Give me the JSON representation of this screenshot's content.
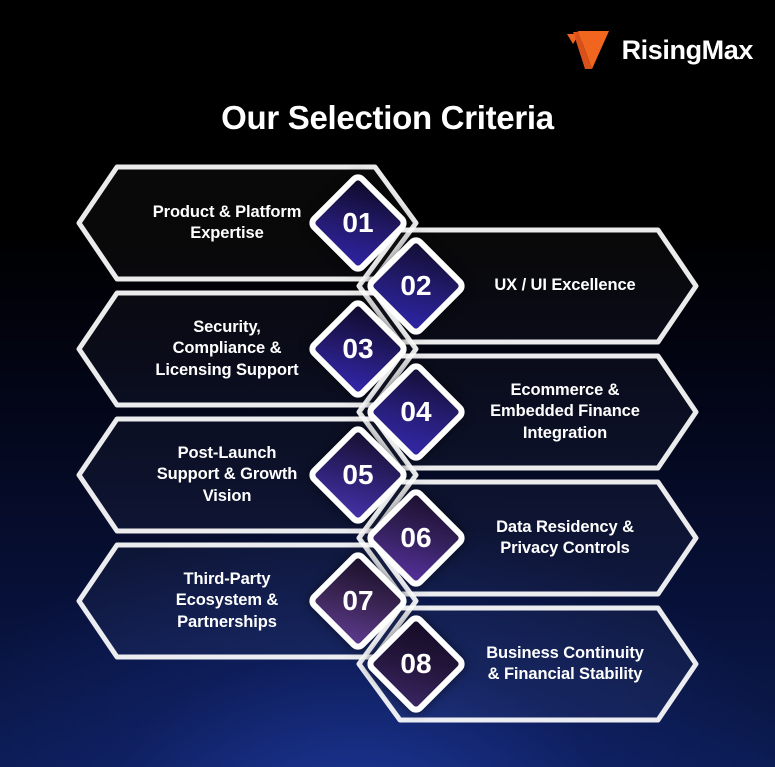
{
  "brand": {
    "logo_icon": "risingmax-triangle-logo-icon",
    "name": "RisingMax",
    "accent_color": "#ef6321"
  },
  "header": {
    "title": "Our Selection Criteria"
  },
  "theme": {
    "background_top": "#000000",
    "background_bottom": "#0b1b52",
    "arrow_border": "#ffffff",
    "text_color": "#ffffff",
    "badge_gradient_from": "#0d0a28",
    "badge_gradient_to": "#2e22a3"
  },
  "criteria": [
    {
      "number": "01",
      "label": "Product & Platform\nExpertise",
      "side": "left"
    },
    {
      "number": "02",
      "label": "UX / UI Excellence",
      "side": "right"
    },
    {
      "number": "03",
      "label": "Security,\nCompliance &\nLicensing Support",
      "side": "left"
    },
    {
      "number": "04",
      "label": "Ecommerce &\nEmbedded Finance\nIntegration",
      "side": "right"
    },
    {
      "number": "05",
      "label": "Post-Launch\nSupport & Growth\nVision",
      "side": "left"
    },
    {
      "number": "06",
      "label": "Data Residency &\nPrivacy Controls",
      "side": "right"
    },
    {
      "number": "07",
      "label": "Third-Party\nEcosystem &\nPartnerships",
      "side": "left"
    },
    {
      "number": "08",
      "label": "Business Continuity\n& Financial Stability",
      "side": "right"
    }
  ]
}
